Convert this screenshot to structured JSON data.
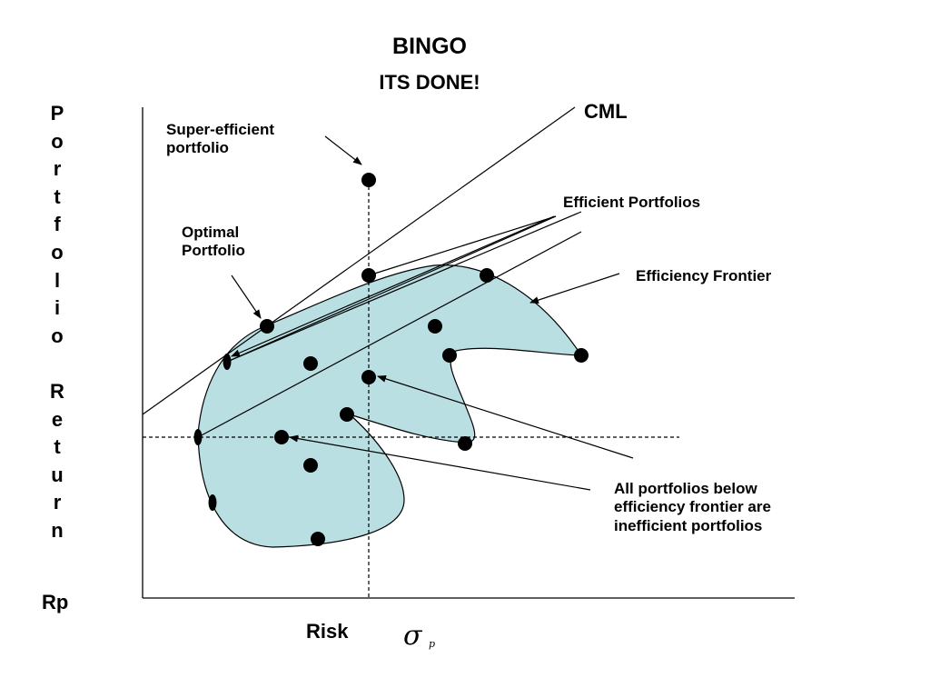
{
  "title": "BINGO",
  "subtitle": "ITS DONE!",
  "labels": {
    "cml": "CML",
    "super_efficient": "Super-efficient\nportfolio",
    "optimal": "Optimal\nPortfolio",
    "efficient_portfolios": "Efficient Portfolios",
    "efficiency_frontier": "Efficiency Frontier",
    "inefficient": "All portfolios below\nefficiency frontier are\ninefficient portfolios"
  },
  "axes": {
    "y_label_letters": [
      "P",
      "o",
      "r",
      "t",
      "f",
      "o",
      "l",
      "i",
      "o",
      "",
      "R",
      "e",
      "t",
      "u",
      "r",
      "n"
    ],
    "y_symbol": "Rp",
    "x_label": "Risk",
    "x_symbol": "σ",
    "x_symbol_sub": "p"
  },
  "colors": {
    "region_fill": "#b9dfe3",
    "ink": "#000000"
  }
}
